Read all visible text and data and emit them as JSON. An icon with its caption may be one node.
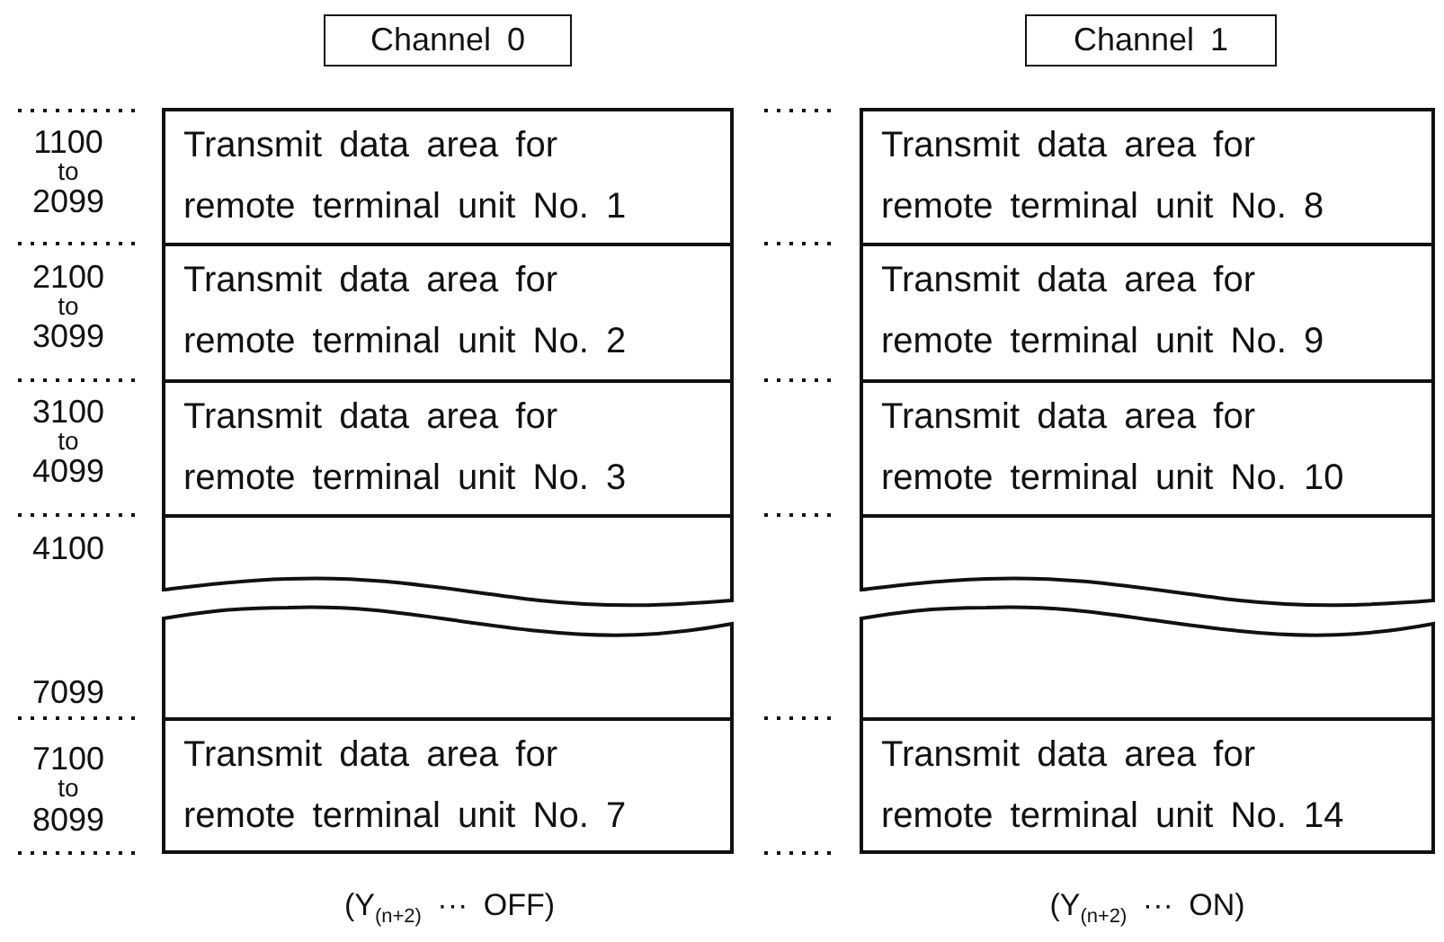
{
  "diagram": {
    "nodes": [
      {
        "text": [
          "Channel 0"
        ]
      },
      {
        "text": [
          "Channel 1"
        ]
      },
      {
        "text": [
          "Transmit data area for remote terminal unit No. 1"
        ]
      },
      {
        "text": [
          "Transmit data area for remote terminal unit No. 2"
        ]
      },
      {
        "text": [
          "Transmit data area for remote terminal unit No. 3"
        ]
      },
      {
        "text": [],
        "shape": "box"
      },
      {
        "text": [],
        "shape": "box"
      },
      {
        "text": [
          "Transmit data area for remote terminal unit No. 7"
        ]
      },
      {
        "text": [
          "Transmit data area for remote terminal unit No. 8"
        ]
      },
      {
        "text": [
          "Transmit data area for remote terminal unit No. 9"
        ]
      },
      {
        "text": [
          "Transmit data area for remote terminal unit No. 10"
        ]
      },
      {
        "text": [],
        "shape": "box"
      },
      {
        "text": [],
        "shape": "box"
      },
      {
        "text": [
          "Transmit data area for remote terminal unit No. 14"
        ]
      }
    ],
    "labels": [
      "1100",
      "to",
      "2099",
      "2100",
      "to",
      "3099",
      "3100",
      "to",
      "4099",
      "4100",
      "7099",
      "7100",
      "to",
      "8099",
      "(Y$_{(n+2)}$ ··· OFF)",
      "(Y$_{(n+2)}$ ··· ON)"
    ]
  }
}
